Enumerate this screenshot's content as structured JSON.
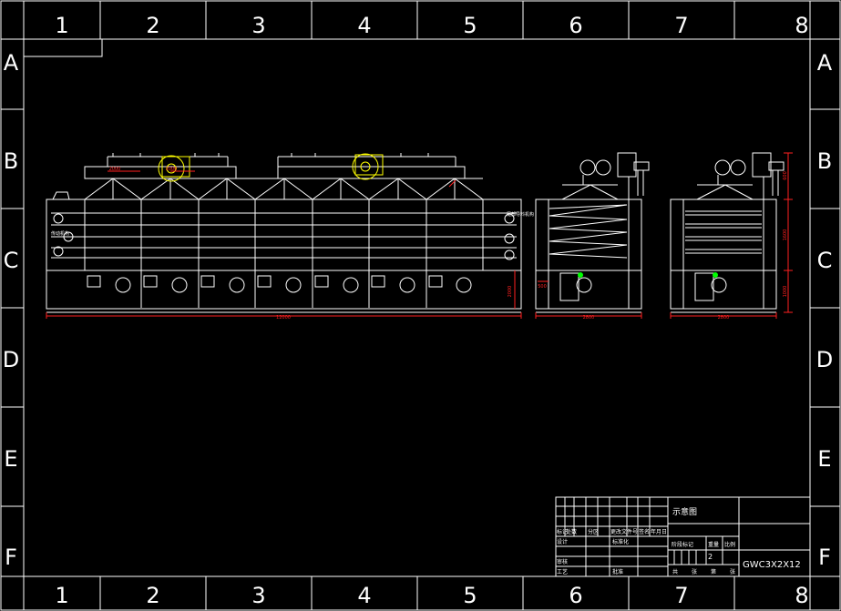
{
  "frame": {
    "columns": [
      "1",
      "2",
      "3",
      "4",
      "5",
      "6",
      "7",
      "8"
    ],
    "rows": [
      "A",
      "B",
      "C",
      "D",
      "E",
      "F"
    ]
  },
  "colors": {
    "background": "#000000",
    "line": "#ffffff",
    "dimension": "#ff2020",
    "fan": "#ffff00",
    "marker": "#00ff00"
  },
  "drawing": {
    "front_view": {
      "total_length_dim": "12000",
      "height_dim": "2000",
      "top_dim_left": "2000",
      "top_dim_mid": "2000",
      "note_left": "传动机构",
      "note_right": "尾部导料机构"
    },
    "side_view_1": {
      "width_dim": "2800",
      "side_dim": "500"
    },
    "side_view_2": {
      "width_dim": "2800",
      "top_dim": "600",
      "mid_dim": "1600",
      "bottom_dim": "1000"
    }
  },
  "title_block": {
    "drawing_name": "示意图",
    "drawing_number": "GWC3X2X12",
    "header_cells": [
      "标记",
      "处数",
      "分区",
      "更改文件号",
      "签名",
      "年月日"
    ],
    "row_labels": [
      "设计",
      "审核",
      "工艺"
    ],
    "standardization": "标准化",
    "approve": "批准",
    "stage_label": "阶段标记",
    "weight_label": "重量",
    "scale_label": "比例",
    "scale_value": "2",
    "sheet_info": [
      "共",
      "张",
      "第",
      "张"
    ]
  }
}
